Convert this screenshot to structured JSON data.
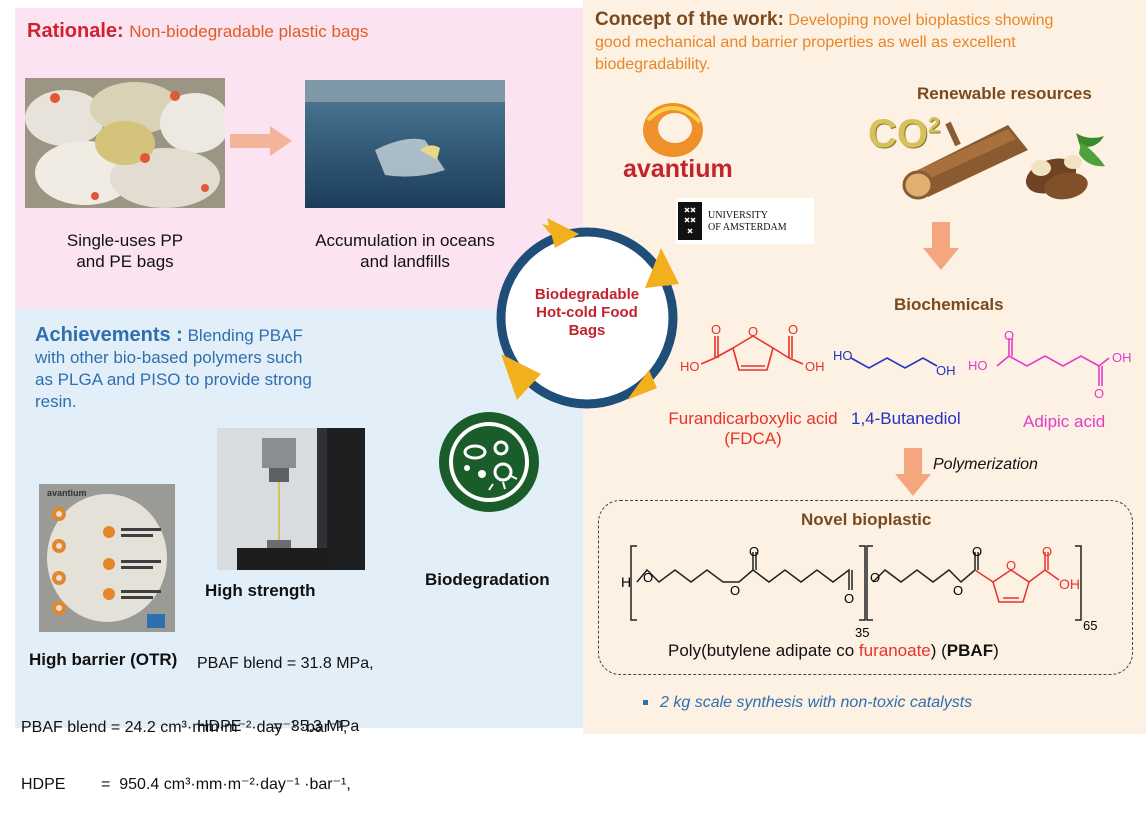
{
  "rationale": {
    "title": "Rationale",
    "colon": ":",
    "subtitle": "Non-biodegradable plastic bags",
    "caption_left_1": "Single-uses PP",
    "caption_left_2": "and PE bags",
    "caption_right_1": "Accumulation in oceans",
    "caption_right_2": "and landfills"
  },
  "concept": {
    "title": "Concept of the work:",
    "text_1": "Developing novel bioplastics showing",
    "text_2": "good mechanical and barrier properties as well as excellent",
    "text_3": "biodegradability.",
    "logo_avantium": "avantium",
    "uva_line1": "UNIVERSITY",
    "uva_line2": "OF AMSTERDAM",
    "renewable": "Renewable resources",
    "co2": "CO",
    "co2_sup": "2",
    "biochemicals": "Biochemicals",
    "fdca_name_1": "Furandicarboxylic acid",
    "fdca_name_2": "(FDCA)",
    "bdo_name": "1,4-Butanediol",
    "adipic_name": "Adipic acid",
    "polymerization": "Polymerization",
    "novel": "Novel bioplastic",
    "polymer_prefix": "Poly(butylene adipate co ",
    "polymer_red": "furanoate",
    "polymer_mid": ")  (",
    "polymer_bold": "PBAF",
    "polymer_end": ")",
    "sub_35": "35",
    "sub_65": "65",
    "bullet": "2 kg scale synthesis with non-toxic catalysts"
  },
  "chem_labels": {
    "ho": "HO",
    "oh": "OH",
    "o": "O",
    "h": "H"
  },
  "center": {
    "line1": "Biodegradable",
    "line2": "Hot-cold Food",
    "line3": "Bags"
  },
  "achievements": {
    "title": "Achievements :",
    "text_1": "Blending PBAF",
    "text_2": "with other bio-based polymers such",
    "text_3": "as PLGA and PISO to provide strong",
    "text_4": "resin.",
    "high_strength": "High strength",
    "hs_line1": "PBAF blend = 31.8 MPa,",
    "hs_line2": "HDPE       =  35.3 MPa",
    "high_barrier": "High barrier (OTR)",
    "hb_line1": "PBAF blend = 24.2 cm³·mm·m⁻²·day⁻¹ ·bar⁻¹,",
    "hb_line2": "HDPE        =  950.4 cm³·mm·m⁻²·day⁻¹ ·bar⁻¹,",
    "biodegradation": "Biodegradation",
    "sample_logo": "avantium"
  },
  "colors": {
    "rationale_bg": "#fbe3f1",
    "achieve_bg": "#e3eff8",
    "concept_bg": "#fdf1e3",
    "title_red": "#d3202e",
    "title_blue": "#2e6fb0",
    "title_brown": "#7a4a1e",
    "accent_orange": "#e8862a",
    "arrow_peach": "#f4a77f",
    "cycle_blue": "#1f4e79",
    "cycle_arrow": "#f2b01e",
    "dark_green": "#1a5c2a"
  }
}
